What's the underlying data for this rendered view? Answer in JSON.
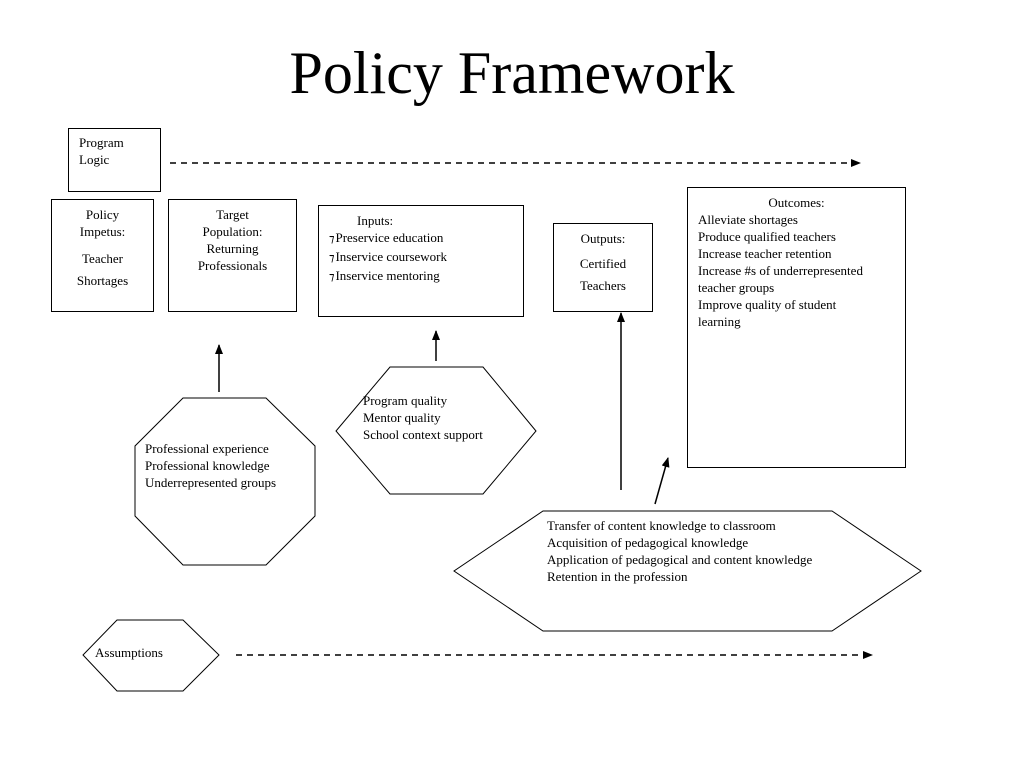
{
  "title": "Policy Framework",
  "program_logic": {
    "label_lines": [
      "Program",
      "Logic"
    ]
  },
  "policy_impetus": {
    "heading_lines": [
      "Policy",
      "Impetus:"
    ],
    "value_lines": [
      "Teacher",
      "Shortages"
    ]
  },
  "target_population": {
    "lines": [
      "Target",
      "Population:",
      "Returning",
      "Professionals"
    ]
  },
  "inputs": {
    "heading": "Inputs:",
    "bullet_icon": "arrow-bullet-icon",
    "bullet_glyph": "⁊",
    "items": [
      "Preservice education",
      "Inservice coursework",
      "Inservice mentoring"
    ]
  },
  "outputs": {
    "heading": "Outputs:",
    "value_lines": [
      "Certified",
      "Teachers"
    ]
  },
  "outcomes": {
    "heading": "Outcomes:",
    "items": [
      "Alleviate shortages",
      "Produce qualified teachers",
      "Increase teacher retention",
      "Increase #s of underrepresented",
      "teacher groups",
      "Improve quality of student",
      "learning"
    ]
  },
  "octagon": {
    "items": [
      "Professional experience",
      "Professional knowledge",
      "Underrepresented groups"
    ]
  },
  "hexagon_quality": {
    "items": [
      "Program quality",
      "Mentor quality",
      "School context support"
    ]
  },
  "hexagon_transfer": {
    "items": [
      "Transfer of content knowledge to classroom",
      "Acquisition of pedagogical knowledge",
      "Application of pedagogical and content knowledge",
      "Retention in the profession"
    ]
  },
  "assumptions": {
    "label": "Assumptions"
  }
}
